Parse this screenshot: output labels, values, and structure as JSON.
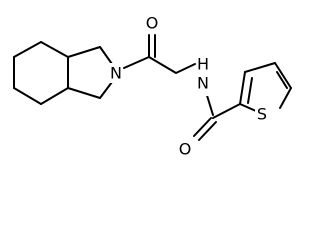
{
  "atoms": {
    "N_ring": "N",
    "O_ketone": "O",
    "N_amide": "N",
    "H_amide": "H",
    "O_amide": "O",
    "S_thiophene": "S"
  }
}
